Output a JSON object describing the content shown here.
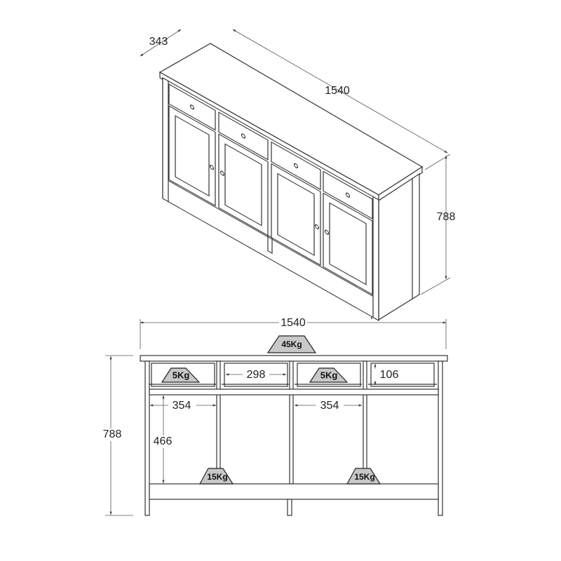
{
  "isometric_view": {
    "depth_label": "343",
    "width_label": "1540",
    "height_label": "788"
  },
  "front_view": {
    "width_label": "1540",
    "height_label": "788",
    "top_load": "45Kg",
    "drawer_load_left": "5Kg",
    "drawer_load_right": "5Kg",
    "drawer_inner_width": "298",
    "drawer_inner_height": "106",
    "compartment_width_left": "354",
    "compartment_width_right": "354",
    "compartment_height": "466",
    "shelf_load_left": "15Kg",
    "shelf_load_right": "15Kg"
  },
  "colors": {
    "line": "#333333",
    "weight_fill": "#c8c8c8"
  }
}
